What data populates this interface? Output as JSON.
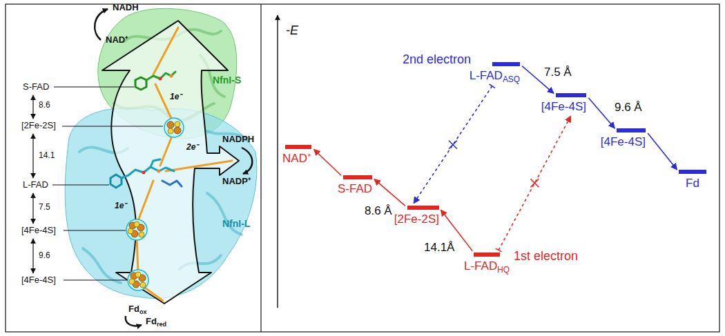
{
  "diagram": {
    "nodes": [
      {
        "text": [
          "NAD⁺"
        ]
      },
      {
        "text": [
          "S-FAD"
        ]
      },
      {
        "text": [
          "[2Fe-2S]"
        ]
      },
      {
        "text": [
          "L-FADHQ"
        ]
      },
      {
        "text": [
          "L-FADASQ"
        ]
      },
      {
        "text": [
          "[4Fe-4S]"
        ]
      },
      {
        "text": [
          "[4Fe-4S]"
        ]
      },
      {
        "text": [
          "Fd"
        ]
      }
    ],
    "edges": [
      {
        "from": 3,
        "to": 2,
        "arrow": "to",
        "label": "14.1Å"
      },
      {
        "from": 2,
        "to": 1,
        "arrow": "to",
        "label": "8.6 Å"
      },
      {
        "from": 1,
        "to": 0,
        "arrow": "to"
      },
      {
        "from": 4,
        "to": 5,
        "arrow": "to",
        "label": "7.5 Å"
      },
      {
        "from": 5,
        "to": 6,
        "arrow": "to",
        "label": "9.6 Å"
      },
      {
        "from": 6,
        "to": 7,
        "arrow": "to"
      },
      {
        "from": 4,
        "to": 2,
        "arrow": "to"
      },
      {
        "from": 3,
        "to": 5,
        "arrow": "to"
      }
    ],
    "labels": [
      "NADH",
      "NAD⁺",
      "NfnI-S",
      "S-FAD",
      "8.6",
      "[2Fe-2S]",
      "14.1",
      "1e⁻",
      "NADPH",
      "L-FAD",
      "2e⁻",
      "NADP⁺",
      "7.5",
      "1e⁻",
      "NfnI-L",
      "[4Fe-4S]",
      "9.6",
      "[4Fe-4S]",
      "Fdox",
      "Fdred",
      "-E",
      "2nd electron",
      "1st electron"
    ]
  }
}
